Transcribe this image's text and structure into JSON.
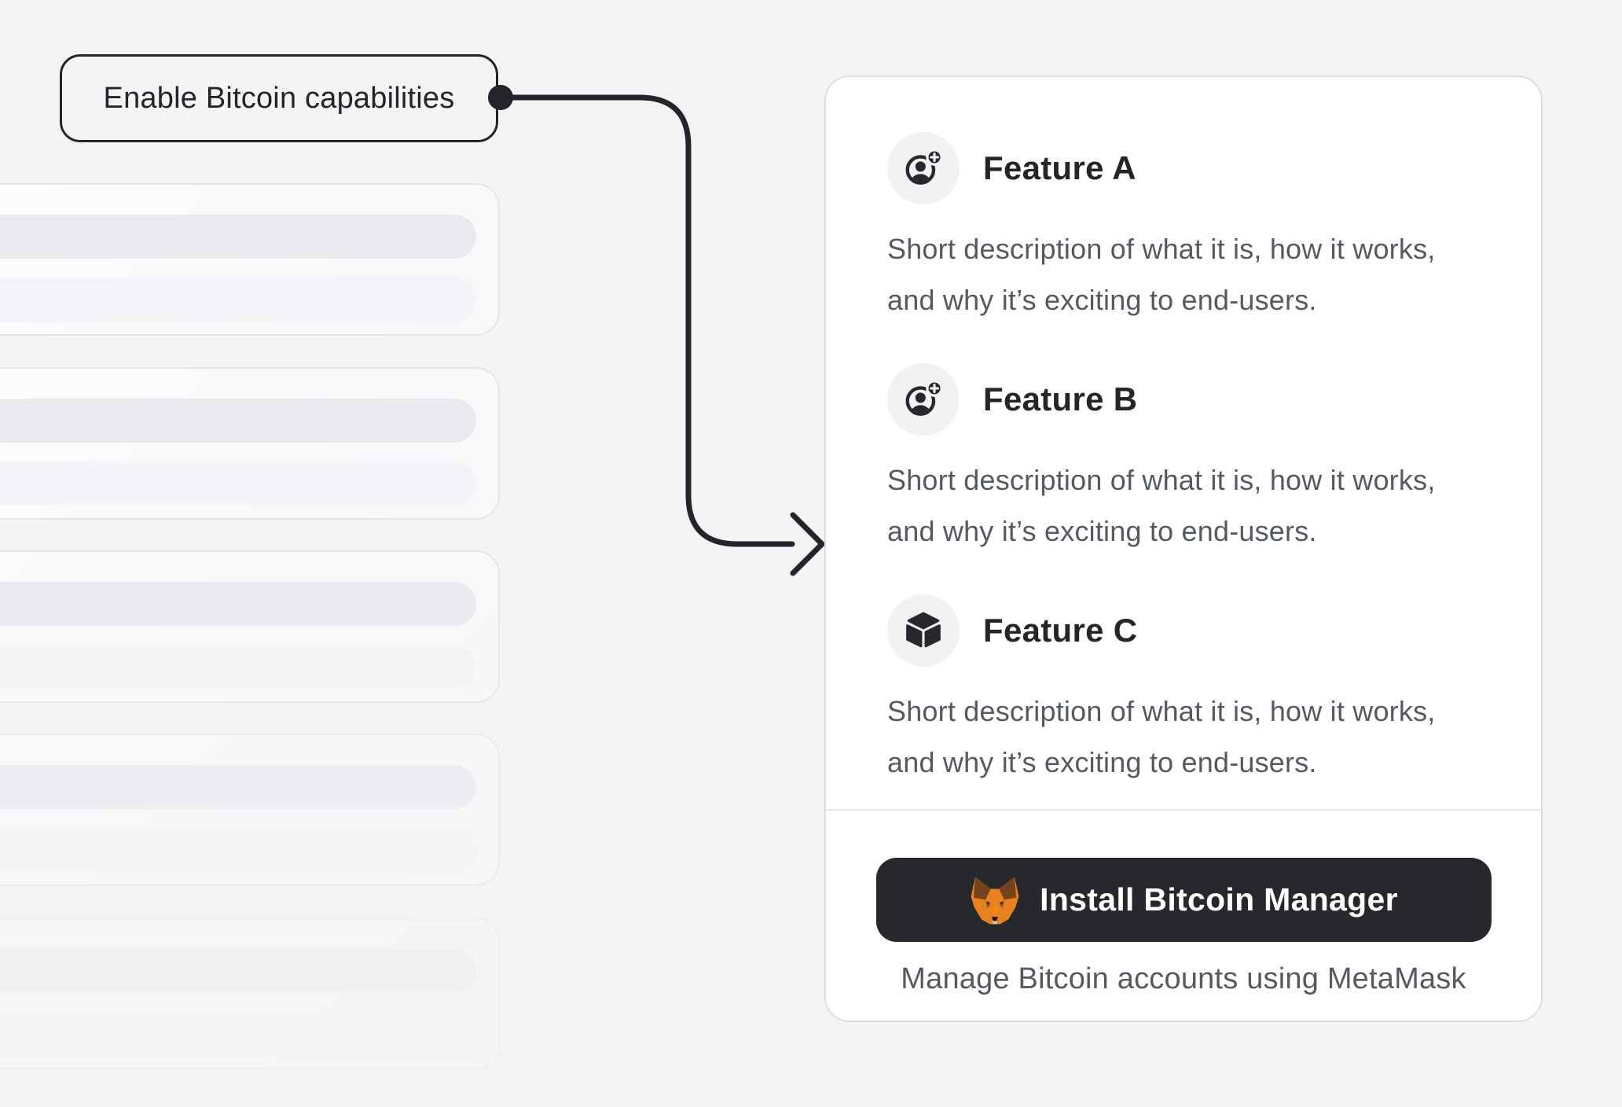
{
  "callout": {
    "label": "Enable Bitcoin capabilities"
  },
  "skeleton_panel": {
    "card_count": 5,
    "bars_per_card": 2
  },
  "features_card": {
    "features": [
      {
        "title": "Feature A",
        "icon": "user-add-icon",
        "description": "Short description of what it is, how it works, and why it’s exciting to end-users."
      },
      {
        "title": "Feature B",
        "icon": "user-add-icon",
        "description": "Short description of what it is, how it works, and why it’s exciting to end-users."
      },
      {
        "title": "Feature C",
        "icon": "cube-icon",
        "description": "Short description of what it is, how it works, and why it’s exciting to end-users."
      }
    ],
    "install_button": {
      "label": "Install Bitcoin Manager",
      "icon": "metamask-fox-icon"
    },
    "caption": "Manage Bitcoin accounts using MetaMask"
  },
  "colors": {
    "page_bg": "#f3f4f5",
    "accent_dark": "#232528",
    "card_border": "#dadde1",
    "text_primary": "#232528",
    "text_secondary": "#555a61",
    "button_bg": "#26282b",
    "icon_circle_bg": "#f1f2f4",
    "fox_orange": "#e8821e"
  }
}
